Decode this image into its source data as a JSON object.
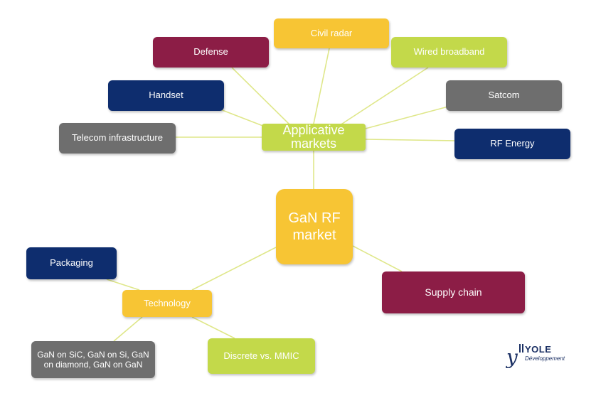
{
  "diagram": {
    "center": "GaN RF market",
    "applicative": "Applicative markets",
    "technology": "Technology",
    "supply_chain": "Supply chain",
    "markets": {
      "civil_radar": "Civil radar",
      "defense": "Defense",
      "wired_broadband": "Wired broadband",
      "handset": "Handset",
      "satcom": "Satcom",
      "telecom": "Telecom infrastructure",
      "rf_energy": "RF Energy"
    },
    "tech": {
      "packaging": "Packaging",
      "substrates": "GaN on SiC, GaN on Si, GaN on diamond, GaN on GaN",
      "discrete": "Discrete vs. MMIC"
    }
  },
  "logo": {
    "letter": "y",
    "word": "YOLE",
    "sub": "Développement"
  },
  "colors": {
    "yellow": "#f7c534",
    "maroon": "#8c1d46",
    "navy": "#0e2d6e",
    "gray": "#6e6e6e",
    "lime": "#c3d94a",
    "connector": "#dfe78a"
  }
}
